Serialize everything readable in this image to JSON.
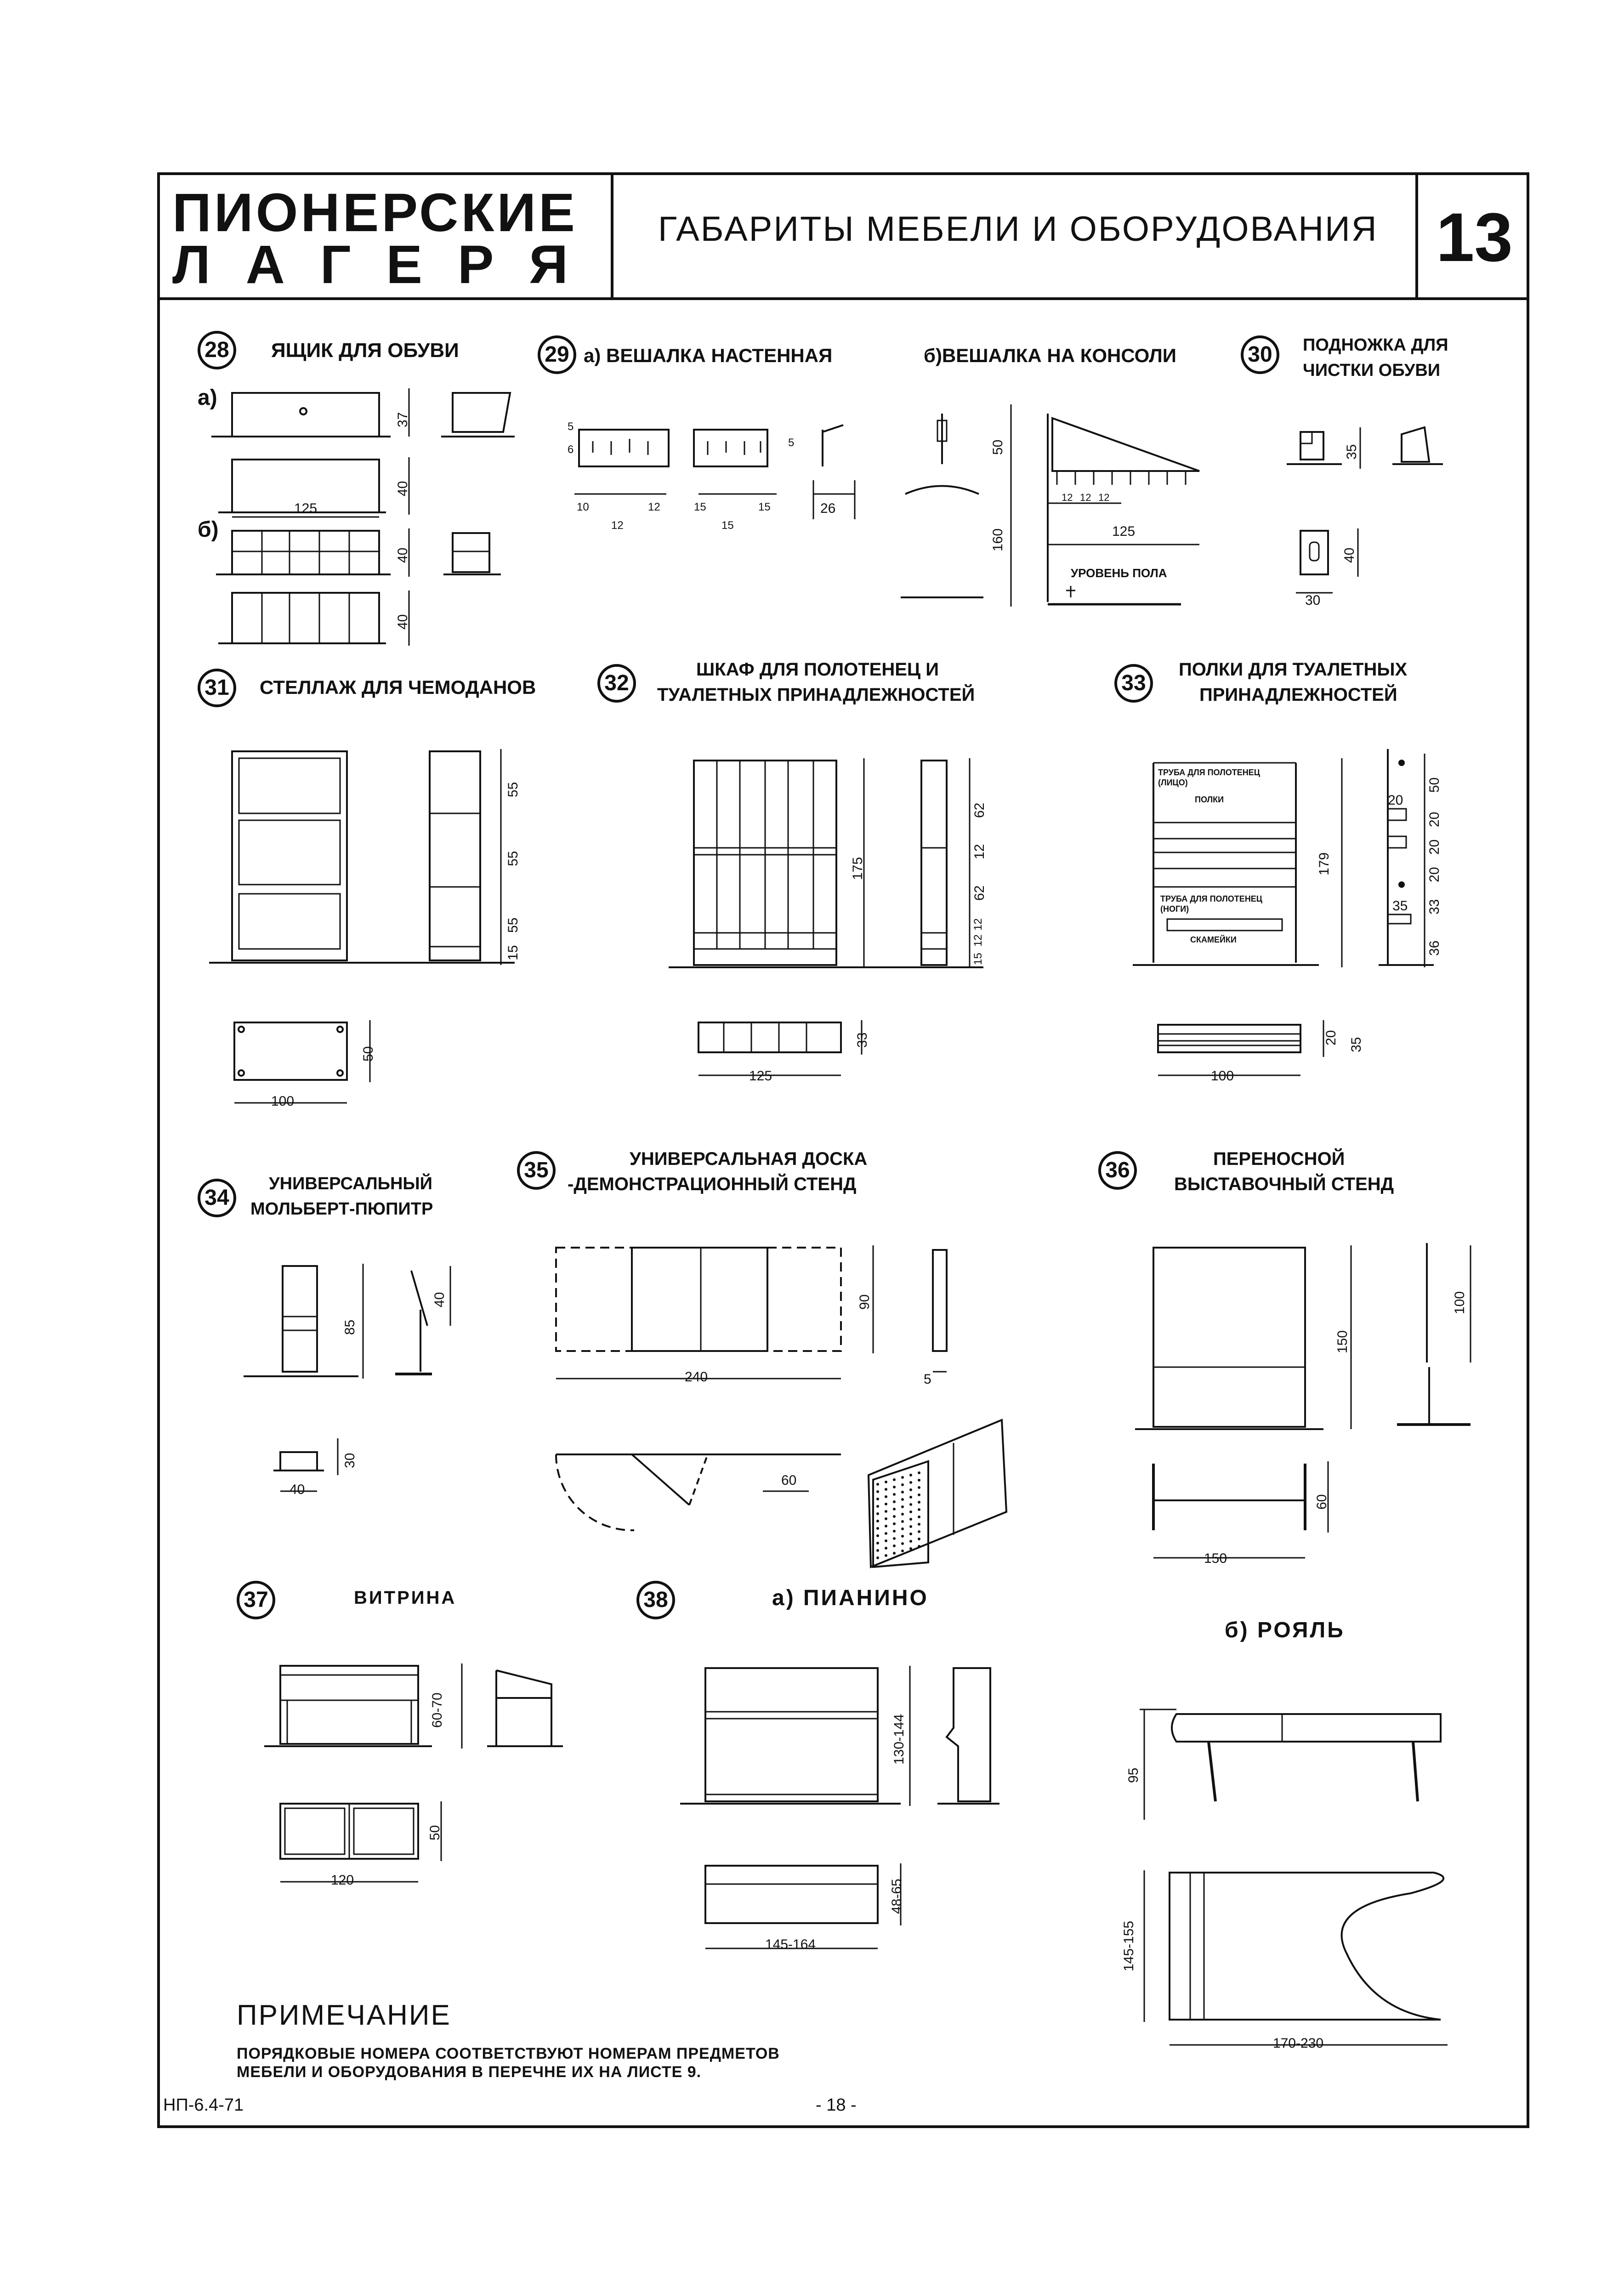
{
  "header": {
    "title_line1": "ПИОНЕРСКИЕ",
    "title_line2": "Л А Г Е Р Я",
    "subtitle": "ГАБАРИТЫ МЕБЕЛИ И ОБОРУДОВАНИЯ",
    "sheet_number": "13"
  },
  "items": {
    "i28": {
      "num": "28",
      "title": "ЯЩИК ДЛЯ ОБУВИ",
      "variant_a": "а)",
      "variant_b": "б)",
      "dims": {
        "h1": "37",
        "h2": "40",
        "w": "125",
        "h3": "40",
        "h4": "40"
      }
    },
    "i29": {
      "num": "29",
      "title_a": "а) ВЕШАЛКА НАСТЕННАЯ",
      "title_b": "б)ВЕШАЛКА НА КОНСОЛИ",
      "dims": {
        "a1": "5",
        "a2": "6",
        "s1": "10",
        "s2": "12",
        "s3": "12",
        "s4": "15",
        "s5": "15",
        "s6": "15",
        "d1": "5",
        "d2": "26",
        "h50": "50",
        "h160": "160",
        "w125": "125",
        "p1": "12",
        "p2": "12",
        "p3": "12"
      },
      "floor_label": "УРОВЕНЬ ПОЛА"
    },
    "i30": {
      "num": "30",
      "title_line1": "ПОДНОЖКА ДЛЯ",
      "title_line2": "ЧИСТКИ ОБУВИ",
      "dims": {
        "h": "35",
        "d": "40",
        "w": "30"
      }
    },
    "i31": {
      "num": "31",
      "title": "СТЕЛЛАЖ ДЛЯ ЧЕМОДАНОВ",
      "dims": {
        "h1": "55",
        "h2": "55",
        "h3": "55",
        "h4": "15",
        "w": "100",
        "d": "50"
      }
    },
    "i32": {
      "num": "32",
      "title_line1": "ШКАФ ДЛЯ ПОЛОТЕНЕЦ И",
      "title_line2": "ТУАЛЕТНЫХ ПРИНАДЛЕЖНОСТЕЙ",
      "dims": {
        "h": "175",
        "s1": "62",
        "s2": "12",
        "s3": "62",
        "s4": "12",
        "s5": "12",
        "s6": "15",
        "w": "125",
        "d": "33"
      }
    },
    "i33": {
      "num": "33",
      "title_line1": "ПОЛКИ ДЛЯ ТУАЛЕТНЫХ",
      "title_line2": "ПРИНАДЛЕЖНОСТЕЙ",
      "label_towel_face": "ТРУБА ДЛЯ ПОЛОТЕНЕЦ (ЛИЦО)",
      "label_shelves": "ПОЛКИ",
      "label_towel_feet": "ТРУБА ДЛЯ ПОЛОТЕНЕЦ (НОГИ)",
      "label_bench": "СКАМЕЙКИ",
      "dims": {
        "h": "179",
        "s1": "50",
        "s2": "20",
        "s3": "20",
        "s4": "20",
        "s5": "33",
        "s6": "36",
        "d1": "20",
        "d2": "35",
        "w": "100",
        "pd1": "20",
        "pd2": "35"
      }
    },
    "i34": {
      "num": "34",
      "title_line1": "УНИВЕРСАЛЬНЫЙ",
      "title_line2": "МОЛЬБЕРТ-ПЮПИТР",
      "dims": {
        "h": "85",
        "h2": "40",
        "d": "30",
        "w": "40"
      }
    },
    "i35": {
      "num": "35",
      "title_line1": "УНИВЕРСАЛЬНАЯ ДОСКА",
      "title_line2": "-ДЕМОНСТРАЦИОННЫЙ СТЕНД",
      "dims": {
        "h": "90",
        "w": "240",
        "t": "5",
        "r": "60"
      }
    },
    "i36": {
      "num": "36",
      "title_line1": "ПЕРЕНОСНОЙ",
      "title_line2": "ВЫСТАВОЧНЫЙ СТЕНД",
      "dims": {
        "h": "150",
        "h2": "100",
        "d": "60",
        "w": "150"
      }
    },
    "i37": {
      "num": "37",
      "title": "ВИТРИНА",
      "dims": {
        "h": "60-70",
        "d": "50",
        "w": "120"
      }
    },
    "i38": {
      "num": "38",
      "title_a": "а) ПИАНИНО",
      "title_b": "б) РОЯЛЬ",
      "dims": {
        "ph": "130-144",
        "pd": "48-65",
        "pw": "145-164",
        "gh": "95",
        "gd": "145-155",
        "gw": "170-230"
      }
    }
  },
  "note": {
    "heading": "ПРИМЕЧАНИЕ",
    "line1": "ПОРЯДКОВЫЕ НОМЕРА СООТВЕТСТВУЮТ НОМЕРАМ ПРЕДМЕТОВ",
    "line2": "МЕБЕЛИ И ОБОРУДОВАНИЯ В ПЕРЕЧНЕ ИХ НА ЛИСТЕ 9."
  },
  "footer": {
    "code": "НП-6.4-71",
    "page": "- 18 -"
  }
}
